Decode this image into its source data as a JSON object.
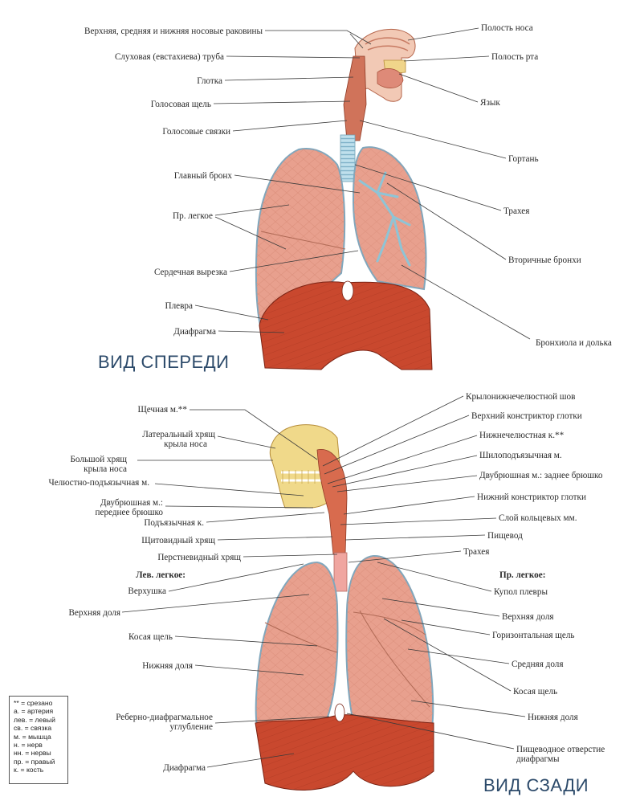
{
  "front": {
    "view_title": "ВИД СПЕРЕДИ",
    "labels": {
      "nasal_conchae": "Верхняя, средняя и нижняя носовые раковины",
      "eustachian_tube": "Слуховая (евстахиева) труба",
      "pharynx": "Глотка",
      "glottis": "Голосовая щель",
      "vocal_cords": "Голосовые связки",
      "main_bronchus": "Главный бронх",
      "right_lung": "Пр. легкое",
      "cardiac_notch": "Сердечная вырезка",
      "pleura": "Плевра",
      "diaphragm": "Диафрагма",
      "nasal_cavity": "Полость носа",
      "oral_cavity": "Полость рта",
      "tongue": "Язык",
      "larynx": "Гортань",
      "trachea": "Трахея",
      "secondary_bronchi": "Вторичные бронхи",
      "bronchiole_lobule": "Бронхиола и долька"
    }
  },
  "back": {
    "view_title": "ВИД СЗАДИ",
    "labels": {
      "buccinator": "Щечная м.**",
      "lateral_cartilage": "Латеральный хрящ крыла носа",
      "lateral_cartilage_1": "Латеральный хрящ",
      "lateral_cartilage_2": "крыла носа",
      "major_alar_1": "Большой хрящ",
      "major_alar_2": "крыла носа",
      "mylohyoid": "Челюстно-подъязычная м.",
      "digastric_ant_1": "Двубрюшная м.:",
      "digastric_ant_2": "переднее брюшко",
      "hyoid": "Подъязычная к.",
      "thyroid_cartilage": "Щитовидный хрящ",
      "cricoid_cartilage": "Перстневидный хрящ",
      "left_lung_heading": "Лев. легкое:",
      "apex": "Верхушка",
      "upper_lobe_l": "Верхняя доля",
      "oblique_fissure_l": "Косая щель",
      "lower_lobe_l": "Нижняя доля",
      "costodiaphragmatic_1": "Реберно-диафрагмальное",
      "costodiaphragmatic_2": "углубление",
      "diaphragm": "Диафрагма",
      "pterygomandibular": "Крылонижнечелюстной шов",
      "superior_constrictor": "Верхний констриктор глотки",
      "mandible": "Нижнечелюстная к.**",
      "stylohyoid": "Шилоподъязычная м.",
      "digastric_post": "Двубрюшная м.: заднее брюшко",
      "inferior_constrictor": "Нижний констриктор глотки",
      "circular_muscle": "Слой кольцевых мм.",
      "esophagus": "Пищевод",
      "trachea": "Трахея",
      "right_lung_heading": "Пр. легкое:",
      "pleural_dome": "Купол плевры",
      "upper_lobe_r": "Верхняя доля",
      "horizontal_fissure": "Горизонтальная щель",
      "middle_lobe": "Средняя доля",
      "oblique_fissure_r": "Косая щель",
      "lower_lobe_r": "Нижняя доля",
      "esophageal_hiatus_1": "Пищеводное отверстие",
      "esophageal_hiatus_2": "диафрагмы"
    }
  },
  "legend": [
    "** = срезано",
    "а. = артерия",
    "лев. = левый",
    "св. = связка",
    "м. = мышца",
    "н. = нерв",
    "нн. = нервы",
    "пр. = правый",
    "к. = кость"
  ],
  "colors": {
    "lung": "#e8a08e",
    "lung_light": "#f3c3b0",
    "diaphragm": "#c9482e",
    "cartilage": "#a9d3e3",
    "skull": "#f0d98a",
    "view_title": "#2c4a6a"
  }
}
